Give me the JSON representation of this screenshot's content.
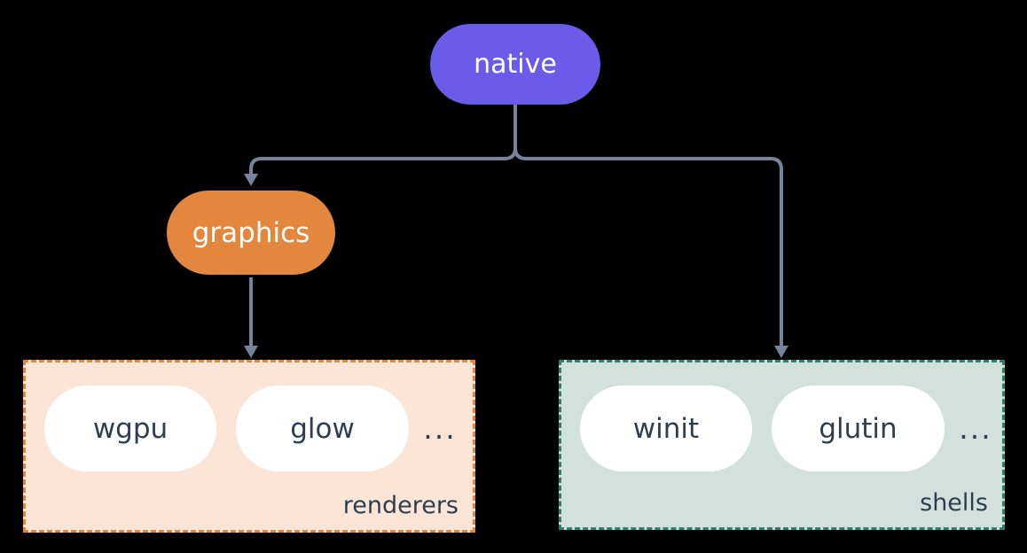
{
  "diagram": {
    "background": "#000000",
    "nodes": {
      "native": {
        "label": "native"
      },
      "graphics": {
        "label": "graphics"
      }
    },
    "groups": [
      {
        "id": "renderers",
        "label": "renderers",
        "items": [
          "wgpu",
          "glow"
        ],
        "ellipsis": "..."
      },
      {
        "id": "shells",
        "label": "shells",
        "items": [
          "winit",
          "glutin"
        ],
        "ellipsis": "..."
      }
    ],
    "edges": [
      {
        "from": "native",
        "to": "graphics"
      },
      {
        "from": "native",
        "to": "shells"
      },
      {
        "from": "graphics",
        "to": "renderers"
      }
    ]
  },
  "colors": {
    "background": "#000000",
    "arrow": "#76849B",
    "node_text": "#FFFFFF",
    "item_text": "#2D3E50",
    "native_fill": "#6A5BE8",
    "graphics_fill": "#E2873D",
    "renderers_fill": "#FAE5D6",
    "renderers_border": "#E0873E",
    "shells_fill": "#D2E1DB",
    "shells_border": "#2E7D6D",
    "item_fill": "#FFFFFF"
  }
}
